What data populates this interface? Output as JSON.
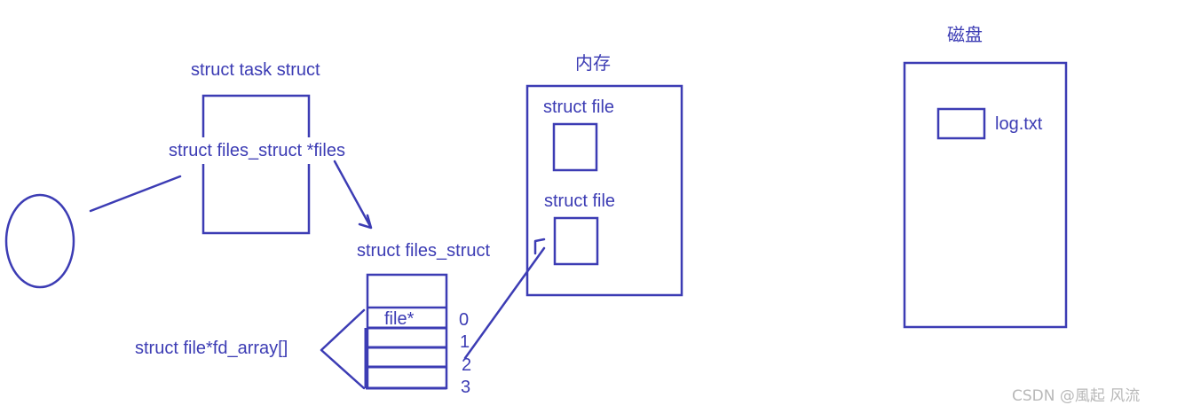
{
  "labels": {
    "task_struct": "struct task  struct",
    "files_ptr": "struct files_struct *files",
    "files_struct": "struct files_struct",
    "fd_array": "struct file*fd_array[]",
    "file_ptr": "file*",
    "memory": "内存",
    "struct_file_1": "struct file",
    "struct_file_2": "struct file",
    "disk": "磁盘",
    "log_file": "log.txt"
  },
  "fd_indices": [
    "0",
    "1",
    "2",
    "3"
  ],
  "watermark": "CSDN @風起 风流",
  "colors": {
    "ink": "#3c3cb4",
    "background": "#ffffff",
    "watermark": "#b8b8b8"
  }
}
